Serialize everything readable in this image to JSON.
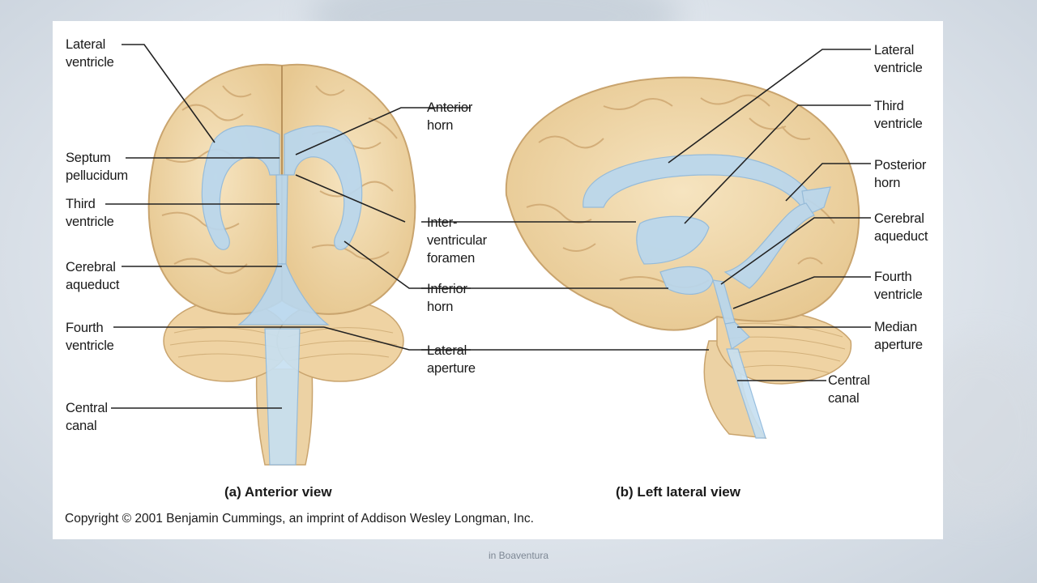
{
  "figure": {
    "anterior_labels": {
      "lateral_ventricle": "Lateral\nventricle",
      "septum_pellucidum": "Septum\npellucidum",
      "third_ventricle": "Third\nventricle",
      "cerebral_aqueduct": "Cerebral\naqueduct",
      "fourth_ventricle": "Fourth\nventricle",
      "central_canal": "Central\ncanal"
    },
    "middle_labels": {
      "anterior_horn": "Anterior\nhorn",
      "interventricular_foramen": "Inter-\nventricular\nforamen",
      "inferior_horn": "Inferior\nhorn",
      "lateral_aperture": "Lateral\naperture"
    },
    "lateral_labels": {
      "lateral_ventricle": "Lateral\nventricle",
      "third_ventricle": "Third\nventricle",
      "posterior_horn": "Posterior\nhorn",
      "cerebral_aqueduct": "Cerebral\naqueduct",
      "fourth_ventricle": "Fourth\nventricle",
      "median_aperture": "Median\naperture",
      "central_canal": "Central\ncanal"
    },
    "captions": {
      "anterior": "(a) Anterior view",
      "lateral": "(b) Left lateral view"
    },
    "copyright": "Copyright © 2001 Benjamin Cummings, an imprint of Addison Wesley Longman, Inc."
  },
  "footer": {
    "text": "in Boaventura"
  },
  "colors": {
    "brain": "#f1d9ad",
    "brain_edge": "#c9a46e",
    "ventricle": "#b9d7ee",
    "leader_line": "#222222"
  }
}
